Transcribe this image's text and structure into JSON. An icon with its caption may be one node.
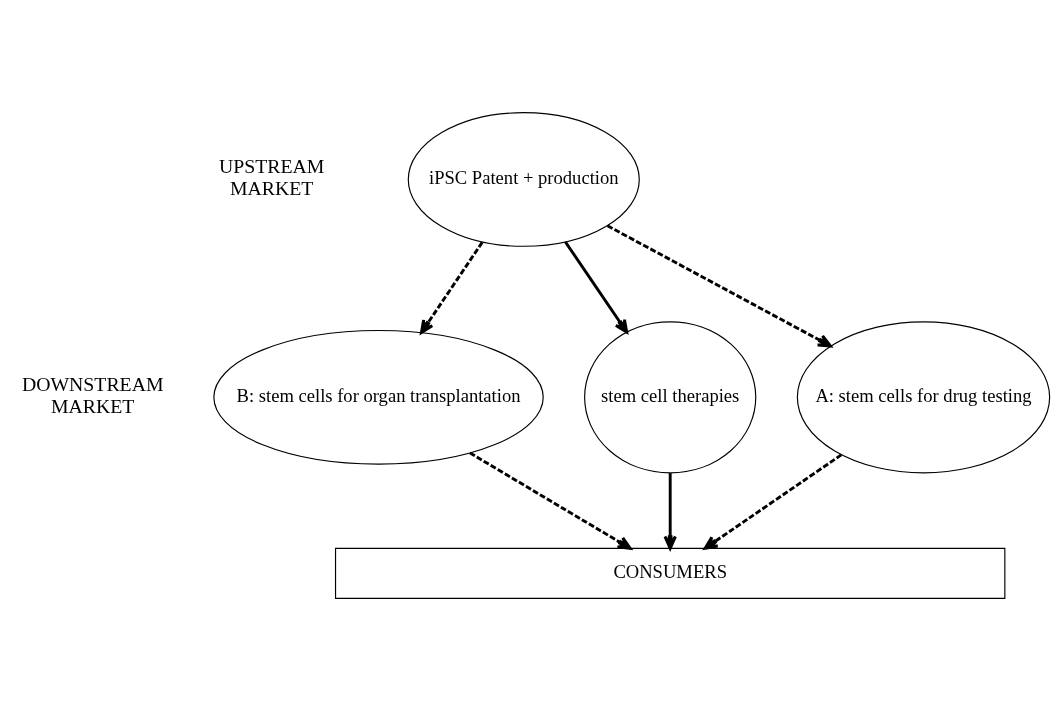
{
  "diagram": {
    "nodes": [
      {
        "text": [
          "iPSC Patent + production"
        ]
      },
      {
        "text": [
          "stem cell therapies"
        ]
      },
      {
        "text": [
          "A: stem cells for drug testing"
        ]
      },
      {
        "text": [
          "B: stem cells for organ transplantation"
        ]
      },
      {
        "text": [
          "CONSUMERS"
        ]
      }
    ],
    "edges": [
      {
        "from": 0,
        "to": 1,
        "arrow": "to"
      },
      {
        "from": 0,
        "to": 2,
        "arrow": "to",
        "style": "dashed"
      },
      {
        "from": 0,
        "to": 3,
        "arrow": "to",
        "style": "dashed"
      },
      {
        "from": 1,
        "to": 4,
        "arrow": "to"
      },
      {
        "from": 2,
        "to": 4,
        "arrow": "to",
        "style": "dashed"
      },
      {
        "from": 3,
        "to": 4,
        "arrow": "to",
        "style": "dashed"
      }
    ],
    "labels": [
      "UPSTREAM MARKET",
      "DOWNSTREAM MARKET"
    ]
  }
}
